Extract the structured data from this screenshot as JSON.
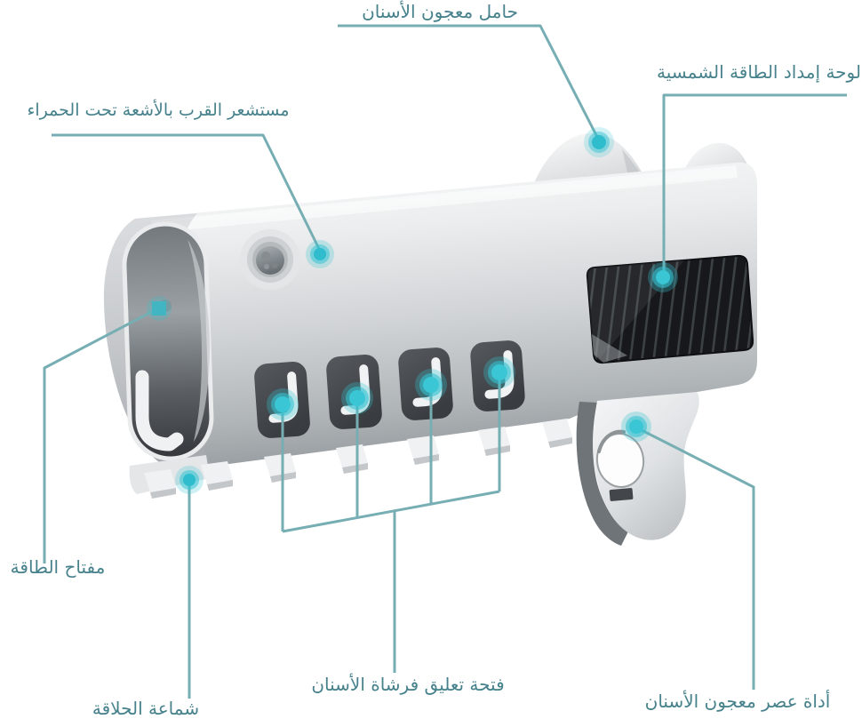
{
  "figure": {
    "background_color": "#ffffff",
    "leader_line_color": "#76aeb3",
    "marker_dot_color": "#35c2d1",
    "label_text_color": "#47828c",
    "labels": [
      {
        "id": "toothpaste-holder",
        "text": "حامل معجون الأسنان"
      },
      {
        "id": "solar-panel",
        "text": "لوحة إمداد الطاقة الشمسية"
      },
      {
        "id": "ir-proximity-sensor",
        "text": "مستشعر القرب بالأشعة تحت الحمراء"
      },
      {
        "id": "power-switch",
        "text": "مفتاح الطاقة"
      },
      {
        "id": "shaver-hanger",
        "text": "شماعة الحلاقة"
      },
      {
        "id": "toothbrush-hanging-slot",
        "text": "فتحة تعليق فرشاة الأسنان"
      },
      {
        "id": "toothpaste-squeezer",
        "text": "أداة عصر معجون الأسنان"
      }
    ]
  }
}
